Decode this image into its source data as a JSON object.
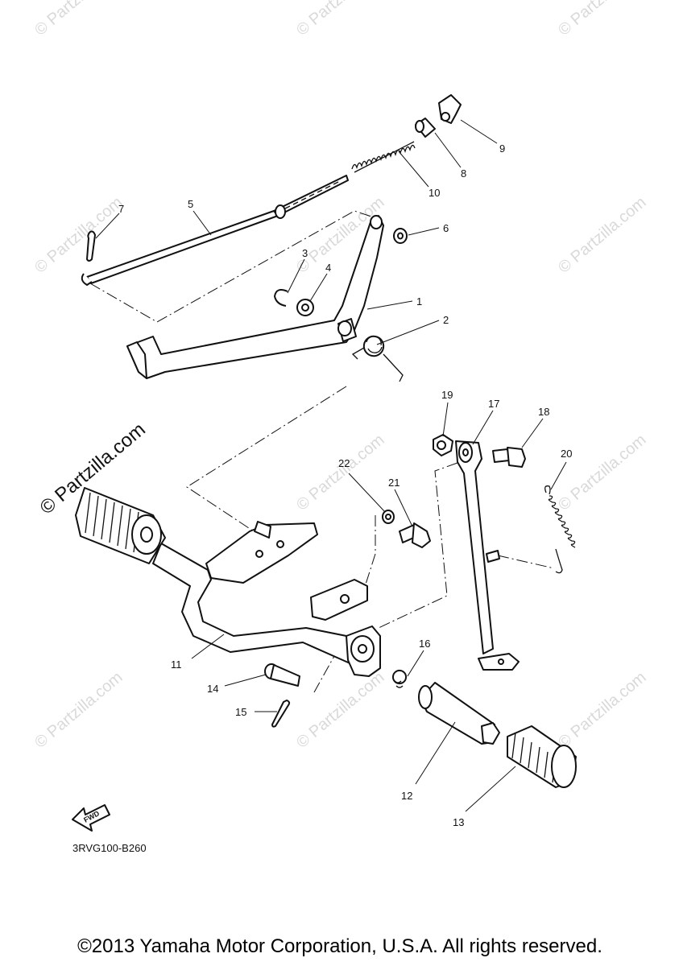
{
  "watermarks": {
    "small_text": "© Partzilla.com",
    "large_text": "© Partzilla.com"
  },
  "callouts": [
    {
      "label": "1"
    },
    {
      "label": "2"
    },
    {
      "label": "3"
    },
    {
      "label": "4"
    },
    {
      "label": "5"
    },
    {
      "label": "6"
    },
    {
      "label": "7"
    },
    {
      "label": "8"
    },
    {
      "label": "9"
    },
    {
      "label": "10"
    },
    {
      "label": "11"
    },
    {
      "label": "12"
    },
    {
      "label": "13"
    },
    {
      "label": "14"
    },
    {
      "label": "15"
    },
    {
      "label": "16"
    },
    {
      "label": "17"
    },
    {
      "label": "18"
    },
    {
      "label": "19"
    },
    {
      "label": "20"
    },
    {
      "label": "21"
    },
    {
      "label": "22"
    }
  ],
  "fwd_arrow_label": "FWD",
  "diagram_code": "3RVG100-B260",
  "copyright": "©2013 Yamaha Motor Corporation, U.S.A. All rights reserved."
}
